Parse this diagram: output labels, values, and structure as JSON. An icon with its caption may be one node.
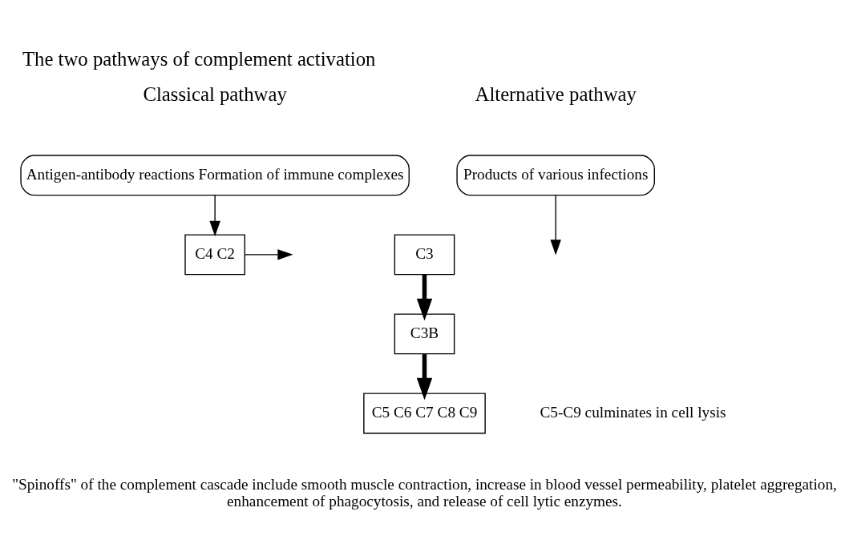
{
  "diagram": {
    "title": "The two pathways of complement activation",
    "caption": "\"Spinoffs\" of the complement cascade include smooth muscle contraction, increase in blood vessel permeability, platelet aggregation, enhancement of phagocytosis, and release of cell lytic enzymes.",
    "nodes": [
      {
        "text": [
          "Antigen-antibody reactions Formation of immune complexes"
        ]
      },
      {
        "text": [
          "Products of various infections"
        ]
      },
      {
        "text": [
          "C4 C2"
        ]
      },
      {
        "text": [
          "C3"
        ]
      },
      {
        "text": [
          "C3B"
        ]
      },
      {
        "text": [
          "C5 C6 C7 C8 C9"
        ],
        "beside": [
          "C5-C9 culminates in cell lysis"
        ]
      }
    ],
    "edges": [
      {
        "from": 0,
        "to": 2,
        "arrow": "to"
      },
      {
        "from": 2,
        "to": null,
        "arrow": "to"
      },
      {
        "from": 1,
        "to": null,
        "arrow": "to"
      },
      {
        "from": 3,
        "to": 4,
        "arrow": "to",
        "style": "thick"
      },
      {
        "from": 4,
        "to": 5,
        "arrow": "to",
        "style": "thick"
      }
    ],
    "labels": [
      "Classical pathway",
      "Alternative pathway"
    ]
  }
}
